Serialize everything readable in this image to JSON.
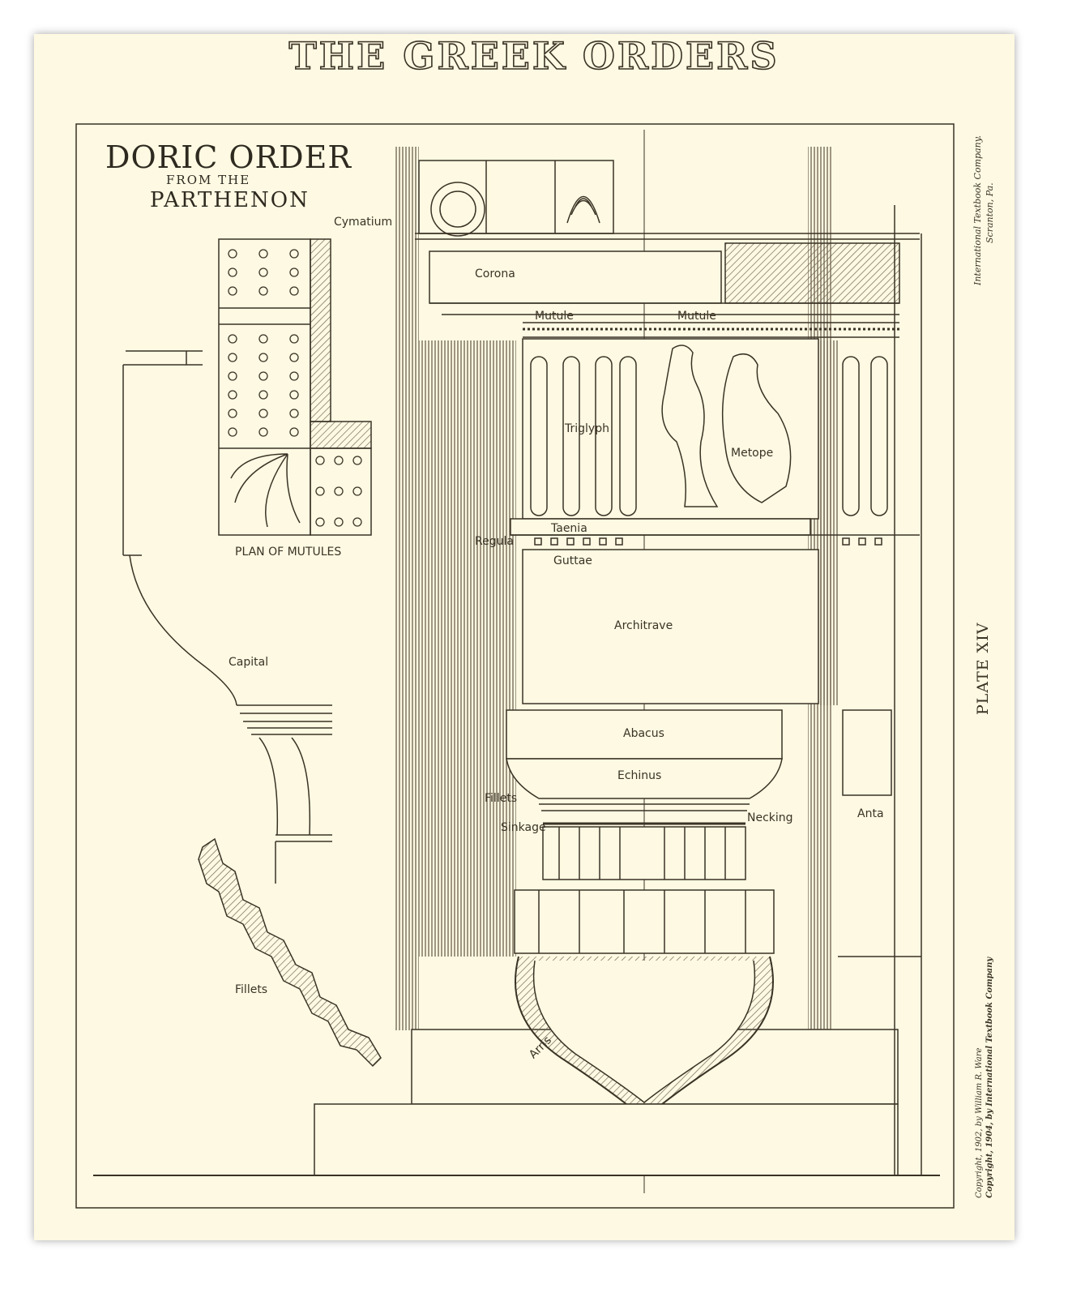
{
  "title": "THE GREEK ORDERS",
  "heading": {
    "line1": "DORIC ORDER",
    "line2": "FROM THE",
    "line3": "PARTHENON"
  },
  "labels": {
    "cymatium": "Cymatium",
    "corona": "Corona",
    "mutule": "Mutule",
    "triglyph": "Triglyph",
    "metope": "Metope",
    "taenia": "Taenia",
    "regula": "Regula",
    "guttae": "Guttae",
    "architrave": "Architrave",
    "abacus": "Abacus",
    "echinus": "Echinus",
    "fillets": "Fillets",
    "sinkage": "Sinkage",
    "necking": "Necking",
    "anta": "Anta",
    "arris": "Arris",
    "capital": "Capital",
    "plan_of_mutules": "PLAN OF MUTULES"
  },
  "side_text": {
    "publisher_line1": "International Textbook Company.",
    "publisher_line2": "Scranton, Pa.",
    "plate": "PLATE XIV",
    "copyright_line1": "Copyright, 1902, by William R. Ware",
    "copyright_line2": "Copyright, 1904, by International Textbook Company"
  },
  "colors": {
    "paper": "#fdf9e2",
    "ink": "#3a3326"
  }
}
